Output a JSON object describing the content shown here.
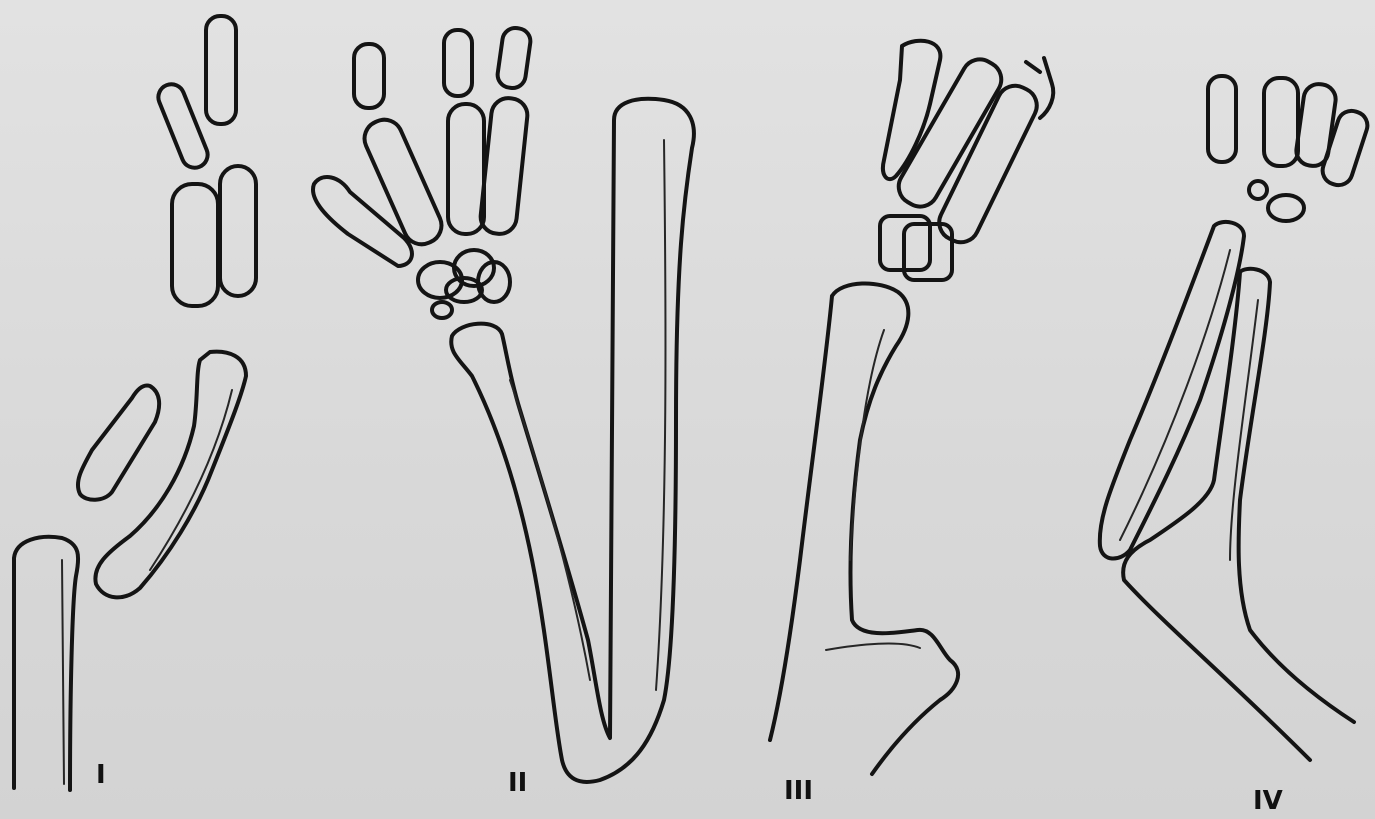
{
  "figure": {
    "labels": [
      "I",
      "II",
      "III",
      "IV"
    ]
  }
}
